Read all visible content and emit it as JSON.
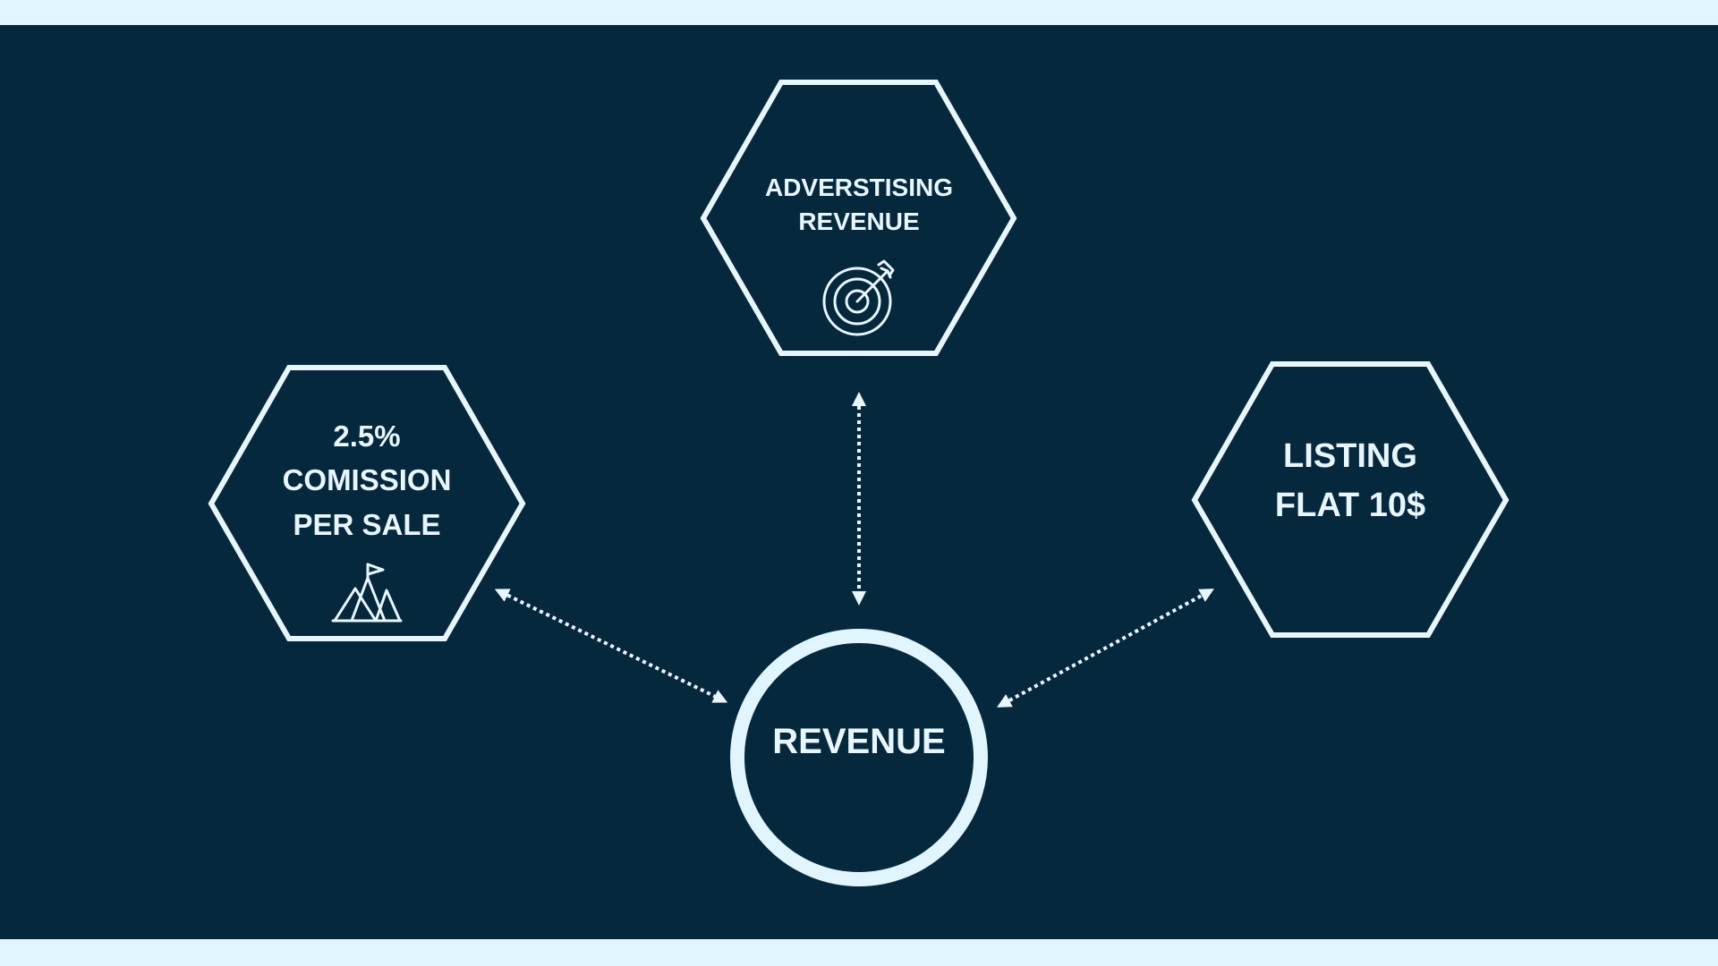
{
  "diagram": {
    "nodes": {
      "advertising": {
        "line1": "ADVERSTISING",
        "line2": "REVENUE",
        "icon": "target-icon"
      },
      "commission": {
        "line1": "2.5%",
        "line2": "COMISSION",
        "line3": "PER SALE",
        "icon": "mountain-flag-icon"
      },
      "listing": {
        "line1": "LISTING",
        "line2": "FLAT 10$"
      },
      "revenue": {
        "label": "REVENUE"
      }
    },
    "colors": {
      "background": "#06283d",
      "frame": "#e1f5fe",
      "foreground": "#e8f6ff"
    }
  }
}
